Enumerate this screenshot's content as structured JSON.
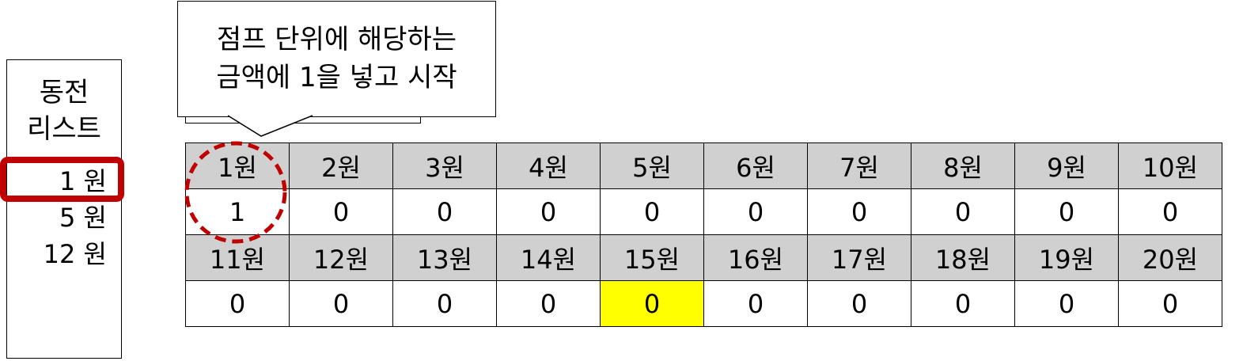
{
  "coin_list": {
    "title_line1": "동전",
    "title_line2": "리스트",
    "items": [
      "1 원",
      "5 원",
      "12 원"
    ]
  },
  "callout": {
    "line1": "점프 단위에 해당하는",
    "line2": "금액에 1을 넣고 시작"
  },
  "table": {
    "row1_labels": [
      "1원",
      "2원",
      "3원",
      "4원",
      "5원",
      "6원",
      "7원",
      "8원",
      "9원",
      "10원"
    ],
    "row1_values": [
      "1",
      "0",
      "0",
      "0",
      "0",
      "0",
      "0",
      "0",
      "0",
      "0"
    ],
    "row2_labels": [
      "11원",
      "12원",
      "13원",
      "14원",
      "15원",
      "16원",
      "17원",
      "18원",
      "19원",
      "20원"
    ],
    "row2_values": [
      "0",
      "0",
      "0",
      "0",
      "0",
      "0",
      "0",
      "0",
      "0",
      "0"
    ]
  },
  "colors": {
    "highlight_border": "#c00000",
    "target_cell": "#ffff00",
    "label_row": "#d0d0d0"
  }
}
